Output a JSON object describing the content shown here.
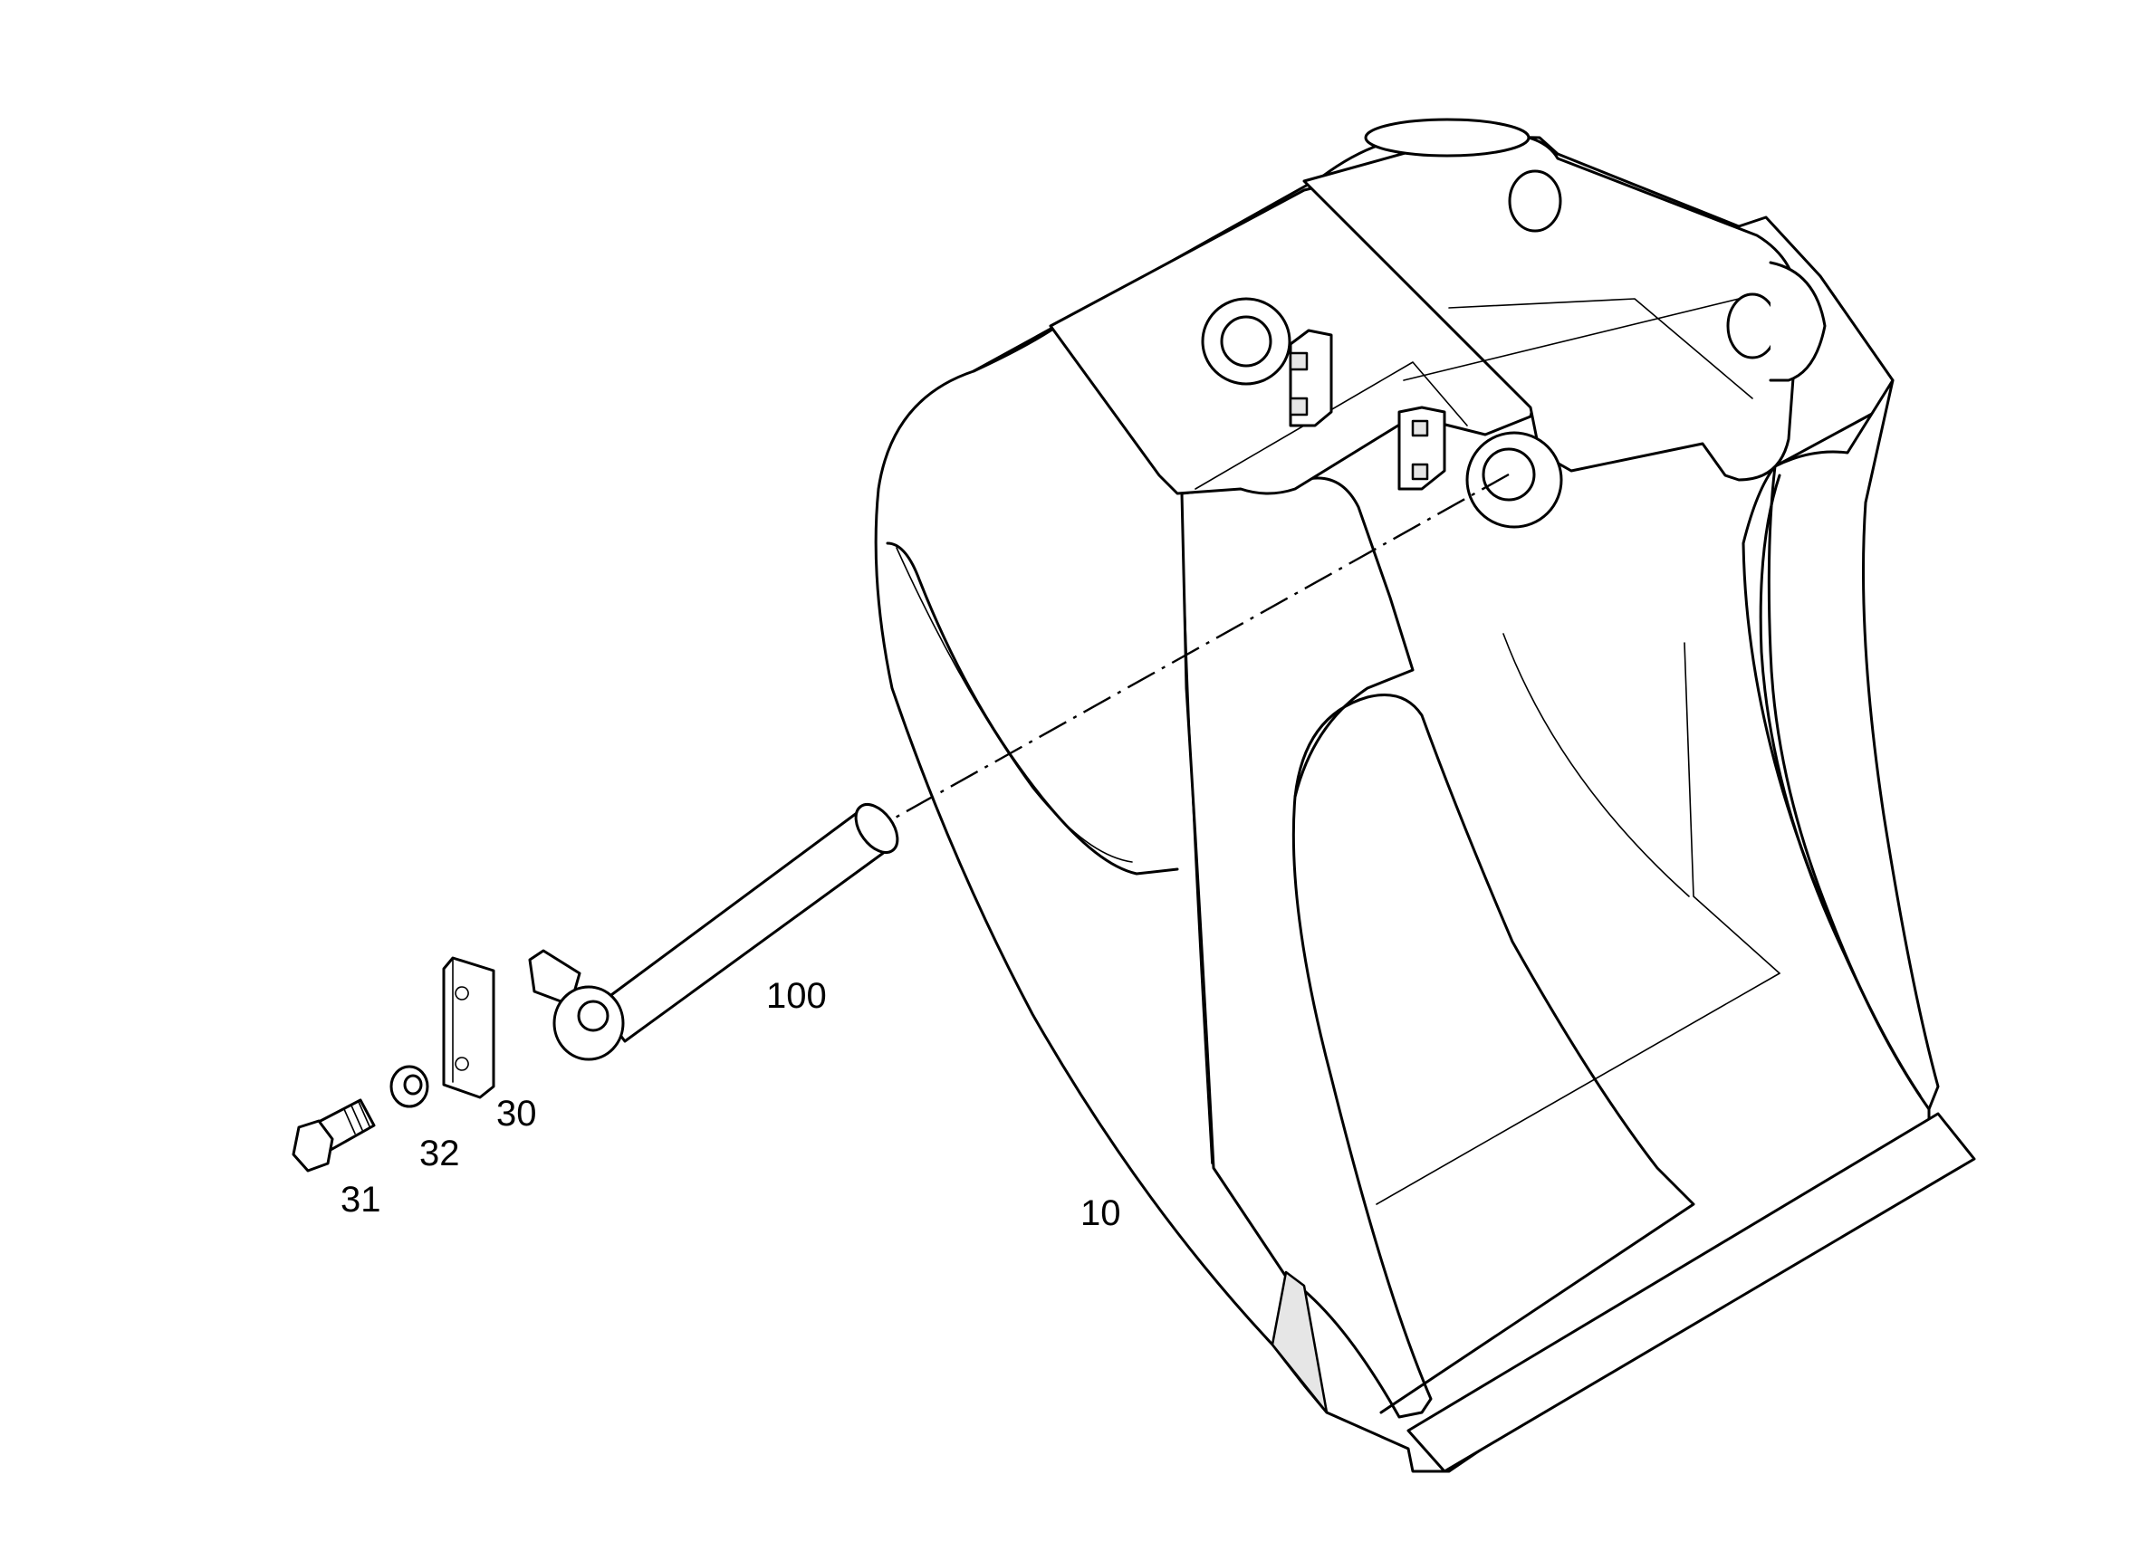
{
  "diagram": {
    "callouts": {
      "bucket": "10",
      "plate": "30",
      "bolt": "31",
      "washer": "32",
      "pin": "100"
    }
  }
}
